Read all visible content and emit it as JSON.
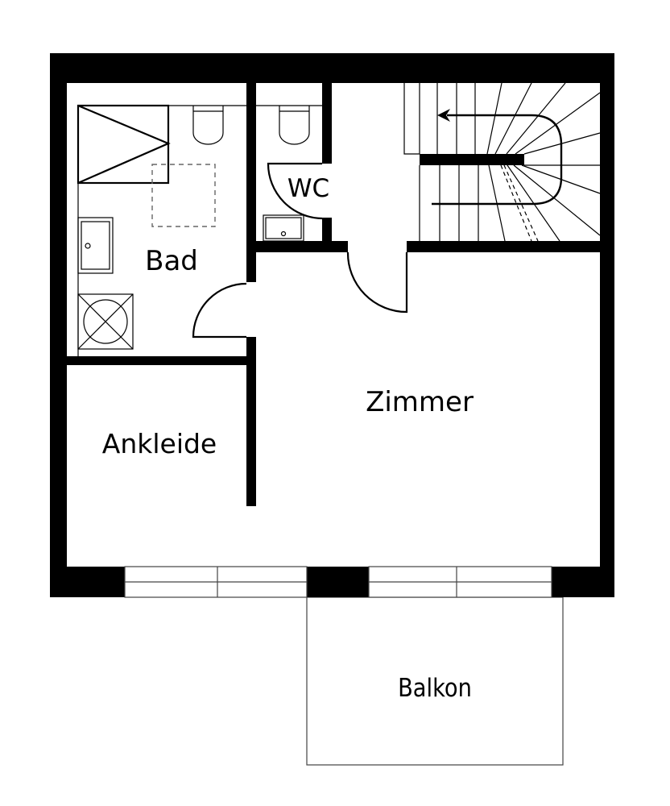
{
  "rooms": {
    "bath": "Bad",
    "wc": "WC",
    "room": "Zimmer",
    "dressing": "Ankleide",
    "balcony": "Balkon"
  },
  "colors": {
    "wall": "#000000",
    "background": "#ffffff",
    "line": "#555555"
  }
}
